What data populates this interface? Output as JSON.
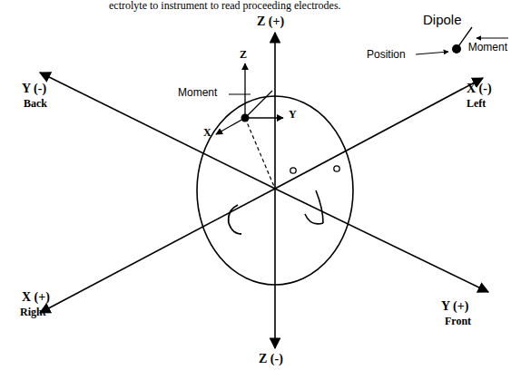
{
  "diagram": {
    "labels": [
      "ectrolyte to instrument to read proceeding electrodes.",
      "Z (+)",
      "Dipole",
      "Moment",
      "Position",
      "Moment",
      "Z",
      "X (-)",
      "Left",
      "Y (-)",
      "Back",
      "X",
      "Y",
      "X (+)",
      "Right",
      "Y (+)",
      "Front",
      "Z (-)"
    ]
  }
}
